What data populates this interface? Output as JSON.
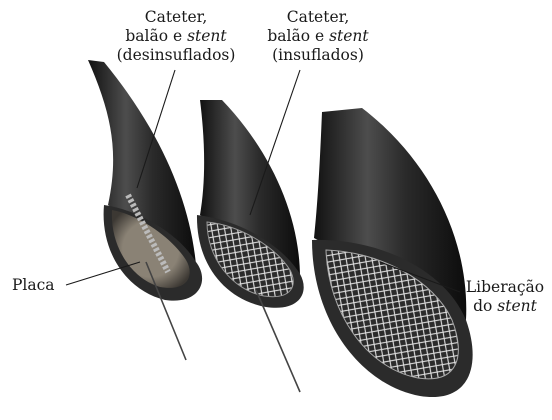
{
  "labels": {
    "deflated": {
      "line1": "Cateter,",
      "line2_prefix": "balão e ",
      "line2_italic": "stent",
      "line3": "(desinsuflados)"
    },
    "inflated": {
      "line1": "Cateter,",
      "line2_prefix": "balão e ",
      "line2_italic": "stent",
      "line3": "(insuflados)"
    },
    "plaque": "Placa",
    "release": {
      "line1": "Liberação",
      "line2_prefix": "do ",
      "line2_italic": "stent"
    }
  },
  "colors": {
    "artery": "#262626",
    "artery_hi": "#5a5a5a",
    "plaque": "#b3ab9c",
    "stent": "#dcdcdc",
    "leader": "#1a1a1a"
  }
}
